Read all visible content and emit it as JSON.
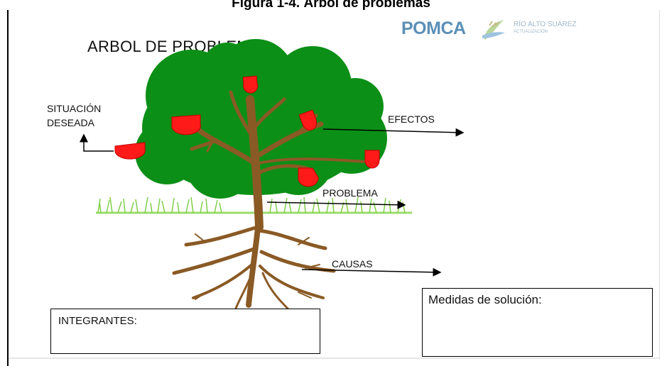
{
  "figure": {
    "caption": "Figura 1-4. Árbol de problemas"
  },
  "slide": {
    "title": "ARBOL DE PROBLEMAS"
  },
  "logo": {
    "name": "POMCA",
    "sub1": "RÍO ALTO SUÁREZ",
    "sub2": "ACTUALIZACIÓN",
    "color": "#5b8fb6",
    "icon": "wheat-leaf-icon"
  },
  "labels": {
    "situacion_line1": "SITUACIÓN",
    "situacion_line2": "DESEADA",
    "efectos": "EFECTOS",
    "problema": "PROBLEMA",
    "causas": "CAUSAS"
  },
  "boxes": {
    "integrantes": "INTEGRANTES:",
    "medidas": "Medidas de solución:"
  },
  "colors": {
    "foliage": "#0c8f16",
    "trunk": "#8a5a25",
    "fruit": "#ff1a1a",
    "grass": "#7ecf4a"
  }
}
